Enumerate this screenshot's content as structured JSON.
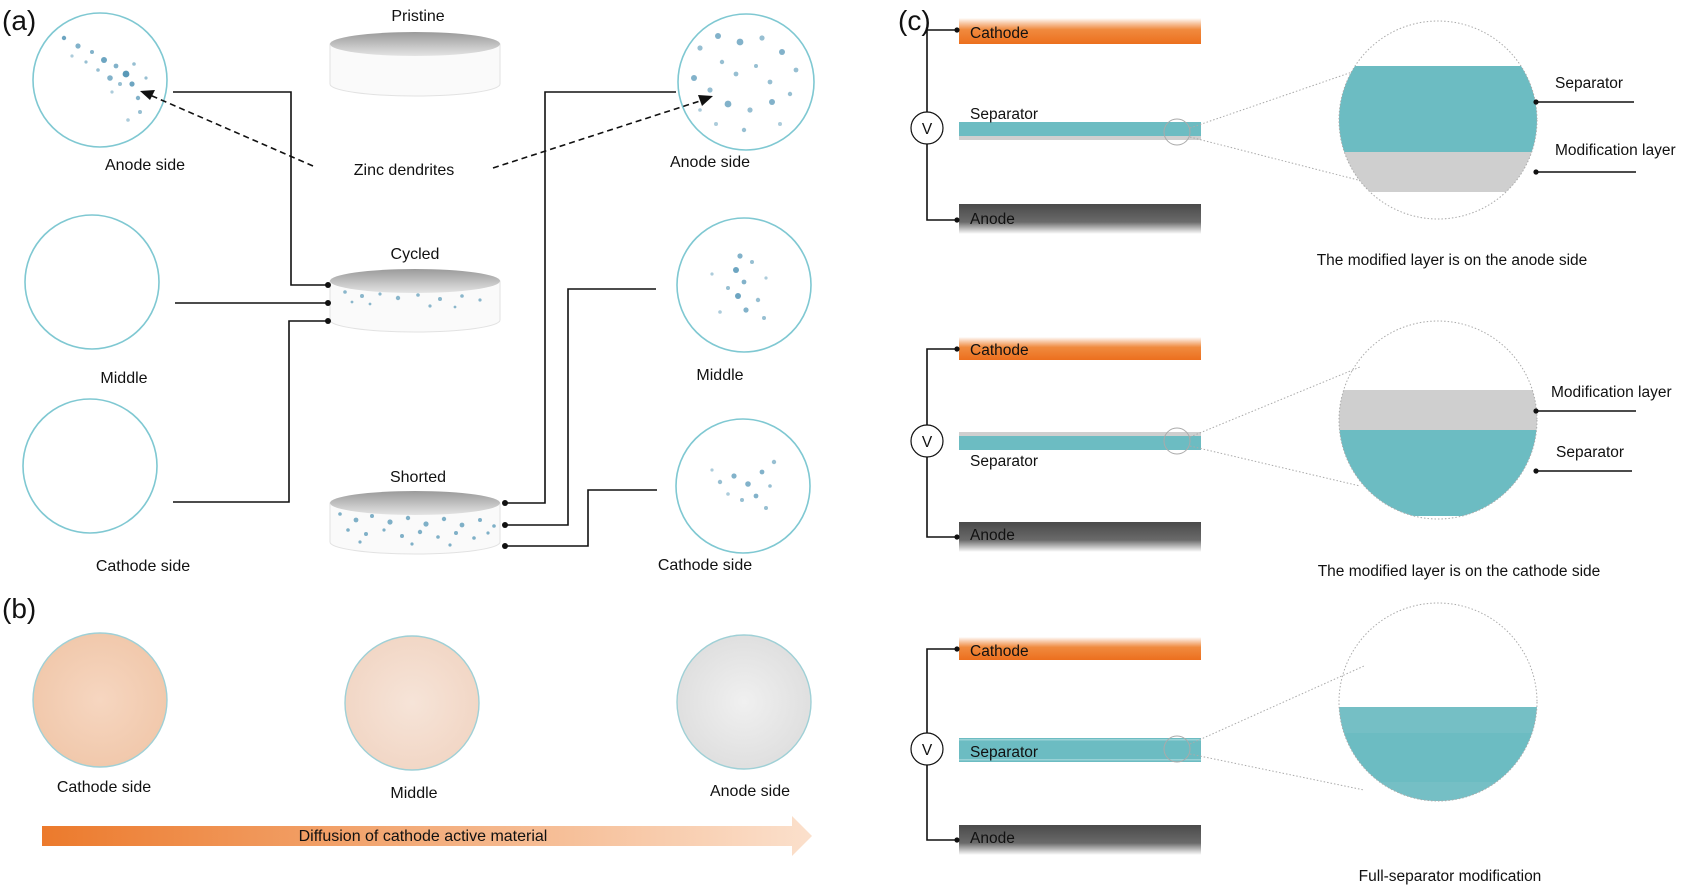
{
  "panels": {
    "a": "(a)",
    "b": "(b)",
    "c": "(c)"
  },
  "panel_a": {
    "pristine": "Pristine",
    "cycled": "Cycled",
    "shorted": "Shorted",
    "zinc_dendrites": "Zinc dendrites",
    "left": {
      "anode": "Anode side",
      "middle": "Middle",
      "cathode": "Cathode side"
    },
    "right": {
      "anode": "Anode side",
      "middle": "Middle",
      "cathode": "Cathode side"
    }
  },
  "panel_b": {
    "cathode": "Cathode side",
    "middle": "Middle",
    "anode": "Anode side",
    "arrow_label": "Diffusion of cathode active material"
  },
  "panel_c": {
    "voltmeter": "V",
    "cathode": "Cathode",
    "anode": "Anode",
    "separator": "Separator",
    "modification_layer": "Modification layer",
    "caption_anode": "The modified layer is on the anode side",
    "caption_cathode": "The modified layer is on the cathode side",
    "caption_full": "Full-separator modification"
  },
  "colors": {
    "cathode": "#ee7d2e",
    "anode": "#555555",
    "separator": "#6cbcc2",
    "modification_layer": "#cfcfcf",
    "dendrite": "#2f7fa6",
    "circle_outline": "#7fc8d2"
  }
}
